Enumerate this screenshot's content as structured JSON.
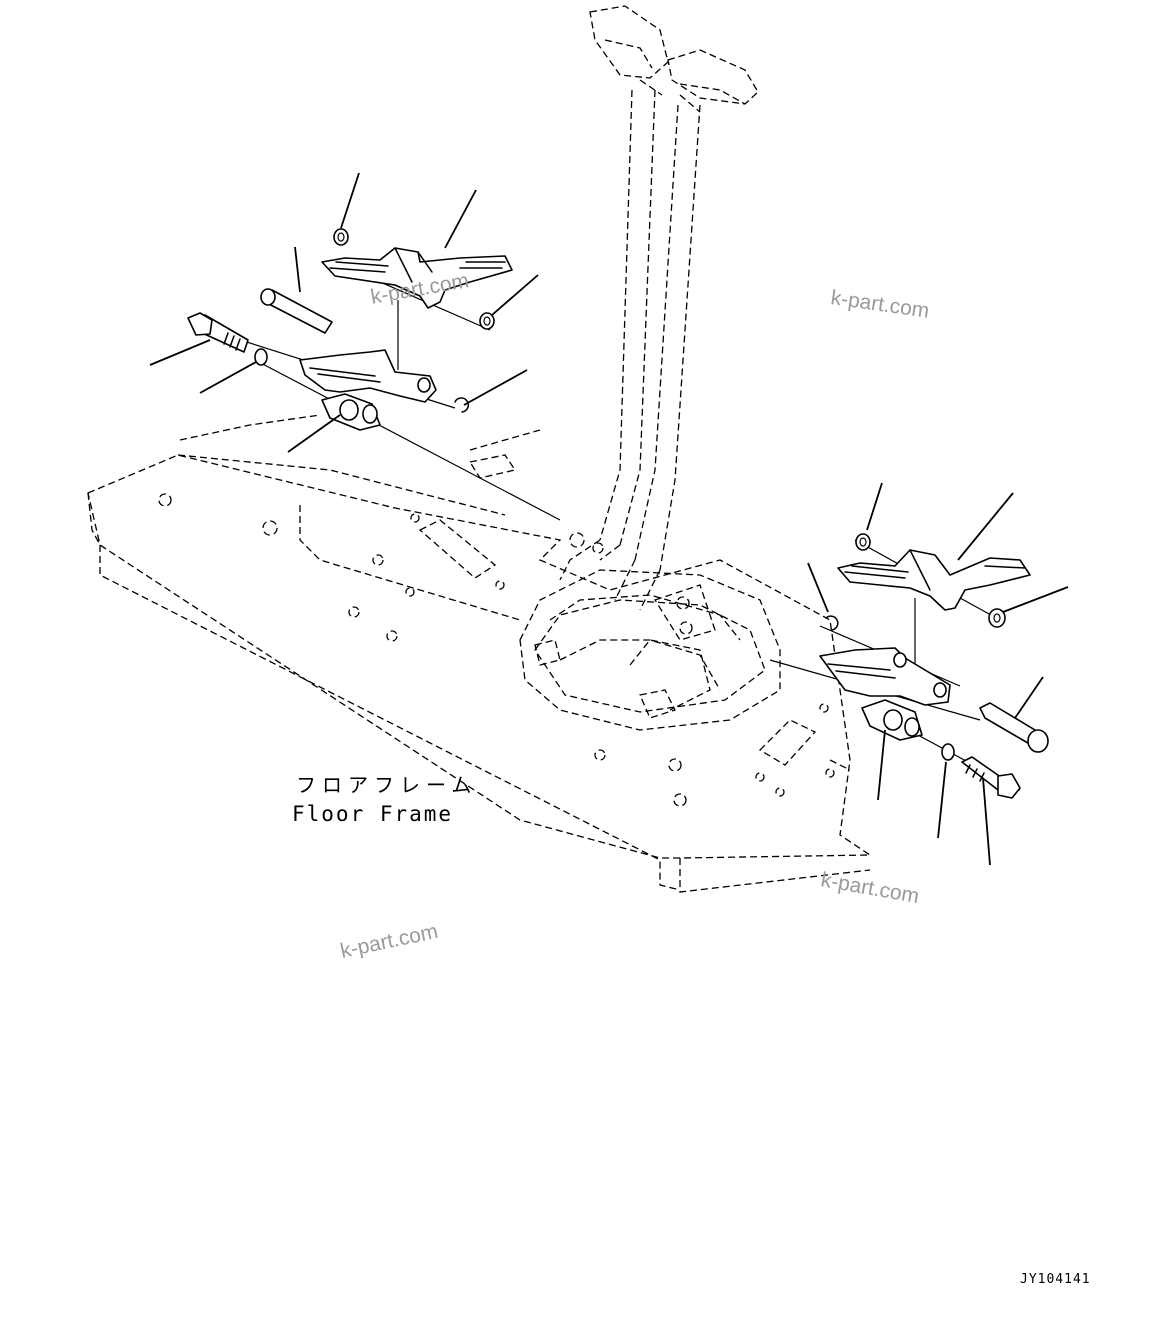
{
  "labels": {
    "part_name_jp": "フロアフレーム",
    "part_name_en": "Floor Frame"
  },
  "watermarks": [
    "k-part.com",
    "k-part.com",
    "k-part.com",
    "k-part.com"
  ],
  "drawing_code": "JY104141"
}
